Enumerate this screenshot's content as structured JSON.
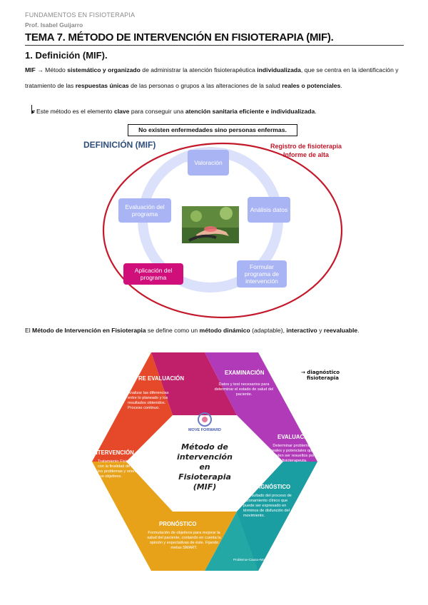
{
  "header": {
    "course": "FUNDAMENTOS EN FISIOTERAPIA",
    "professor": "Prof. Isabel Guijarro"
  },
  "title": "TEMA 7. MÉTODO DE INTERVENCIÓN EN FISIOTERAPIA (MIF).",
  "section1": {
    "heading": "1.  Definición (MIF)."
  },
  "definition": {
    "term": "MIF",
    "arrow": "→",
    "p1": " Método ",
    "b1": "sistemático y organizado",
    "p2": " de administrar la atención fisioterapéutica ",
    "b2": "individualizada",
    "p3": ", que se centra en la identificación y tratamiento de las ",
    "b3": "respuestas únicas",
    "p4": " de las personas o grupos a las alteraciones de la salud ",
    "b4": "reales o potenciales",
    "p5": "."
  },
  "bullet": {
    "marker": "▶",
    "p1": " Este método es el elemento ",
    "b1": "clave",
    "p2": " para conseguir una ",
    "b2": "atención sanitaria eficiente e individualizada",
    "p3": "."
  },
  "boxed_note": "No existen enfermedades sino personas enfermas.",
  "diagram1": {
    "label": "DEFINICIÓN (MIF)",
    "red_note_line1": "Registro de fisioterapia",
    "red_note_line2": "Informe de alta",
    "nodes": {
      "valoracion": "Valoración",
      "analisis": "Análisis datos",
      "formular": "Formular programa de intervención",
      "aplicacion": "Aplicación del programa",
      "evaluacion": "Evaluación del programa"
    },
    "colors": {
      "node": "#a9b4f5",
      "highlight": "#d10f7b",
      "ellipse": "#c4182b",
      "arrow": "#dbe0fb"
    }
  },
  "paragraph2": {
    "p1": "El ",
    "b1": "Método de Intervención en Fisioterapia",
    "p2": " se define como un ",
    "b2": "método dinámico",
    "p3": " (adaptable), ",
    "b3": "interactivo",
    "p4": " y ",
    "b4": "reevaluable",
    "p5": "."
  },
  "diagram2": {
    "center_brand": "MOVE FORWARD",
    "center_title_line1": "Método de intervención",
    "center_title_line2": "en",
    "center_title_line3": "Fisioterapia",
    "center_title_line4": "(MIF)",
    "annotation_line1": "→ diagnóstico",
    "annotation_line2": "fisioterapia",
    "segments": [
      {
        "key": "examinacion",
        "label": "EXAMINACIÓN",
        "text": "Datos y test necesarios para determinar el estado de salud del paciente.",
        "color": "#b03ab8"
      },
      {
        "key": "evaluacion",
        "label": "EVALUACIÓN",
        "text": "Determinar problemas reales y potenciales que pueden ser resueltos por el fisioterapeuta.",
        "color": "#4a3aa8"
      },
      {
        "key": "diagnostico",
        "label": "DIAGNÓSTICO",
        "text": "El resultado del proceso de razonamiento clínico que puede ser expresado en términos de disfunción del movimiento.",
        "color": "#17a3a0"
      },
      {
        "key": "pronostico",
        "label": "PRONÓSTICO",
        "text": "Formulación de objetivos para mejorar la salud del paciente, contando en cuenta la opinión y expectativas de éste. Fijando metas SMART.",
        "color": "#e7a21a"
      },
      {
        "key": "intervencion",
        "label": "INTERVENCIÓN",
        "text": "Tratamiento Fisioterapéutico con la finalidad de optimizar los problemas y orientado a sus objetivos.",
        "color": "#e6482a"
      },
      {
        "key": "reevaluacion",
        "label": "RE EVALUACIÓN",
        "text": "Analizar las diferencias entre lo planeado y los resultados obtenidos. Proceso continuo.",
        "color": "#c0206a"
      }
    ],
    "footnote": "Problema+Causa+Manifestación"
  }
}
